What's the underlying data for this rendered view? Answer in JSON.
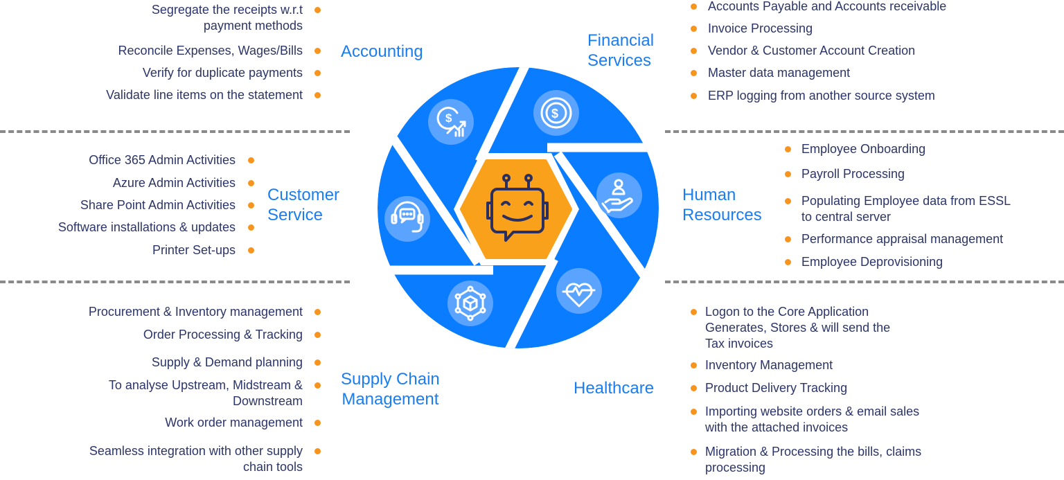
{
  "colors": {
    "blade": "#0a7cff",
    "icon_circle": "#5aa4ff",
    "hexagon": "#f9a11b",
    "robot_stroke": "#2b2f5e",
    "bullet": "#f7941d",
    "category_text": "#1a7df0",
    "item_text": "#2c3568",
    "divider": "#8a8a8a"
  },
  "center": {
    "icon": "chatbot-robot-icon"
  },
  "categories": {
    "accounting": {
      "title": "Accounting",
      "icon": "dollar-growth-chart-icon",
      "items": [
        [
          "Segregate the receipts w.r.t",
          "payment methods"
        ],
        [
          "Reconcile Expenses, Wages/Bills"
        ],
        [
          "Verify for duplicate payments"
        ],
        [
          "Validate line items on the statement"
        ]
      ]
    },
    "financial": {
      "title_line1": "Financial",
      "title_line2": "Services",
      "icon": "dollar-coin-icon",
      "items": [
        [
          "Accounts Payable and Accounts receivable"
        ],
        [
          "Invoice Processing"
        ],
        [
          "Vendor & Customer Account Creation"
        ],
        [
          "Master data management"
        ],
        [
          "ERP logging from another source system"
        ]
      ]
    },
    "customer": {
      "title_line1": "Customer",
      "title_line2": "Service",
      "icon": "headset-chat-icon",
      "items": [
        [
          "Office 365 Admin Activities"
        ],
        [
          "Azure Admin Activities"
        ],
        [
          "Share Point Admin Activities"
        ],
        [
          "Software installations & updates"
        ],
        [
          "Printer Set-ups"
        ]
      ]
    },
    "hr": {
      "title_line1": "Human",
      "title_line2": "Resources",
      "icon": "hand-person-icon",
      "items": [
        [
          "Employee Onboarding"
        ],
        [
          "Payroll Processing"
        ],
        [
          "Populating Employee data from ESSL",
          "to central server"
        ],
        [
          "Performance appraisal management"
        ],
        [
          "Employee Deprovisioning"
        ]
      ]
    },
    "supply": {
      "title_line1": "Supply Chain",
      "title_line2": "Management",
      "icon": "network-cube-icon",
      "items": [
        [
          "Procurement & Inventory management"
        ],
        [
          "Order Processing & Tracking"
        ],
        [
          "Supply & Demand planning"
        ],
        [
          "To analyse Upstream, Midstream &",
          "Downstream"
        ],
        [
          "Work order management"
        ],
        [
          "Seamless integration with other supply",
          "chain tools"
        ]
      ]
    },
    "healthcare": {
      "title": "Healthcare",
      "icon": "heart-pulse-icon",
      "items": [
        [
          "Logon to the Core Application",
          "Generates, Stores & will send the",
          "Tax invoices"
        ],
        [
          "Inventory Management"
        ],
        [
          "Product Delivery Tracking"
        ],
        [
          "Importing website orders & email sales",
          "with the attached invoices"
        ],
        [
          "Migration & Processing the bills, claims",
          "processing"
        ]
      ]
    }
  }
}
